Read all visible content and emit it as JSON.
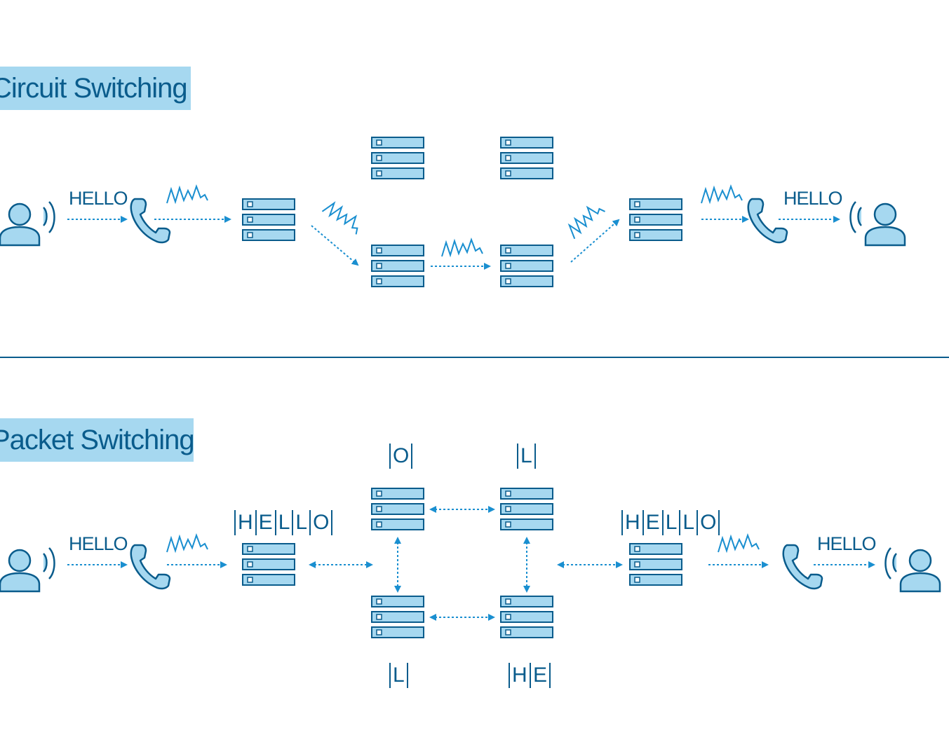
{
  "sections": {
    "circuit": {
      "title": "Circuit Switching"
    },
    "packet": {
      "title": "Packet Switching"
    }
  },
  "messages": {
    "circuit_send": "HELLO",
    "circuit_receive": "HELLO",
    "packet_send": "HELLO",
    "packet_receive": "HELLO"
  },
  "packets": {
    "left_full": [
      "H",
      "E",
      "L",
      "L",
      "O"
    ],
    "right_full": [
      "H",
      "E",
      "L",
      "L",
      "O"
    ],
    "top_left": [
      "O"
    ],
    "top_right": [
      "L"
    ],
    "bottom_left": [
      "L"
    ],
    "bottom_right_1": [
      "H"
    ],
    "bottom_right_2": [
      "E"
    ]
  },
  "colors": {
    "stroke": "#0a5c8c",
    "fill": "#a6d8f0",
    "arrow": "#1a8fd0",
    "label_bg": "#a6d8f0"
  },
  "icons": [
    "person-speaking-icon",
    "phone-icon",
    "signal-wave-icon",
    "server-icon",
    "dotted-arrow-icon"
  ]
}
